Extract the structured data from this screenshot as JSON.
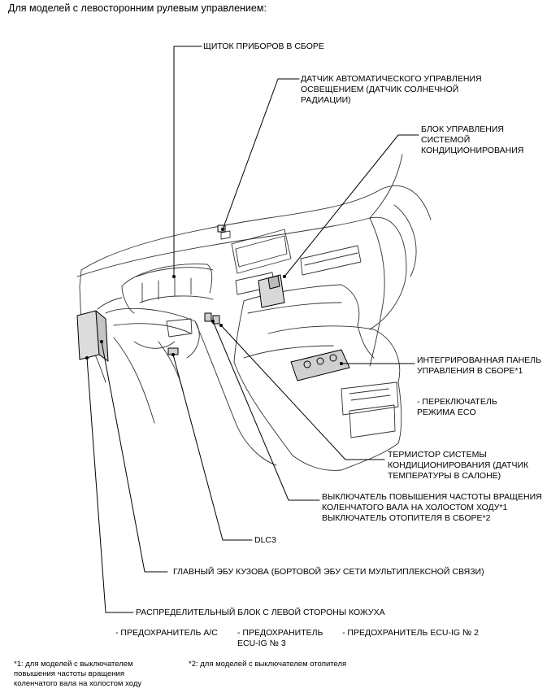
{
  "header": "Для моделей с левосторонним рулевым управлением:",
  "labels": {
    "combination_meter": "ЩИТОК ПРИБОРОВ В СБОРЕ",
    "light_sensor": [
      "ДАТЧИК АВТОМАТИЧЕСКОГО УПРАВЛЕНИЯ",
      "ОСВЕЩЕНИЕМ (ДАТЧИК СОЛНЕЧНОЙ",
      "РАДИАЦИИ)"
    ],
    "ac_control": [
      "БЛОК УПРАВЛЕНИЯ",
      "СИСТЕМОЙ",
      "КОНДИЦИОНИРОВАНИЯ"
    ],
    "integrated_panel": [
      "ИНТЕГРИРОВАННАЯ ПАНЕЛЬ",
      "УПРАВЛЕНИЯ В СБОРЕ*1"
    ],
    "eco_switch": [
      "- ПЕРЕКЛЮЧАТЕЛЬ",
      "РЕЖИМА ECO"
    ],
    "thermistor": [
      "ТЕРМИСТОР СИСТЕМЫ",
      "КОНДИЦИОНИРОВАНИЯ (ДАТЧИК",
      "ТЕМПЕРАТУРЫ В САЛОНЕ)"
    ],
    "idle_switch": [
      "ВЫКЛЮЧАТЕЛЬ ПОВЫШЕНИЯ ЧАСТОТЫ ВРАЩЕНИЯ",
      "КОЛЕНЧАТОГО ВАЛА НА ХОЛОСТОМ ХОДУ*1",
      "ВЫКЛЮЧАТЕЛЬ ОТОПИТЕЛЯ В СБОРЕ*2"
    ],
    "dlc3": "DLC3",
    "main_body_ecu": "ГЛАВНЫЙ ЭБУ КУЗОВА (БОРТОВОЙ ЭБУ СЕТИ МУЛЬТИПЛЕКСНОЙ СВЯЗИ)",
    "junction_block": "РАСПРЕДЕЛИТЕЛЬНЫЙ БЛОК С ЛЕВОЙ СТОРОНЫ КОЖУХА",
    "fuse_ac": "- ПРЕДОХРАНИТЕЛЬ A/C",
    "fuse_ecu_ig3": [
      "- ПРЕДОХРАНИТЕЛЬ",
      "ECU-IG № 3"
    ],
    "fuse_ecu_ig2": "- ПРЕДОХРАНИТЕЛЬ ECU-IG № 2"
  },
  "footnotes": {
    "note1": [
      "*1: для моделей с выключателем",
      "повышения частоты вращения",
      "коленчатого вала на холостом ходу"
    ],
    "note2": "*2: для моделей с выключателем отопителя"
  }
}
